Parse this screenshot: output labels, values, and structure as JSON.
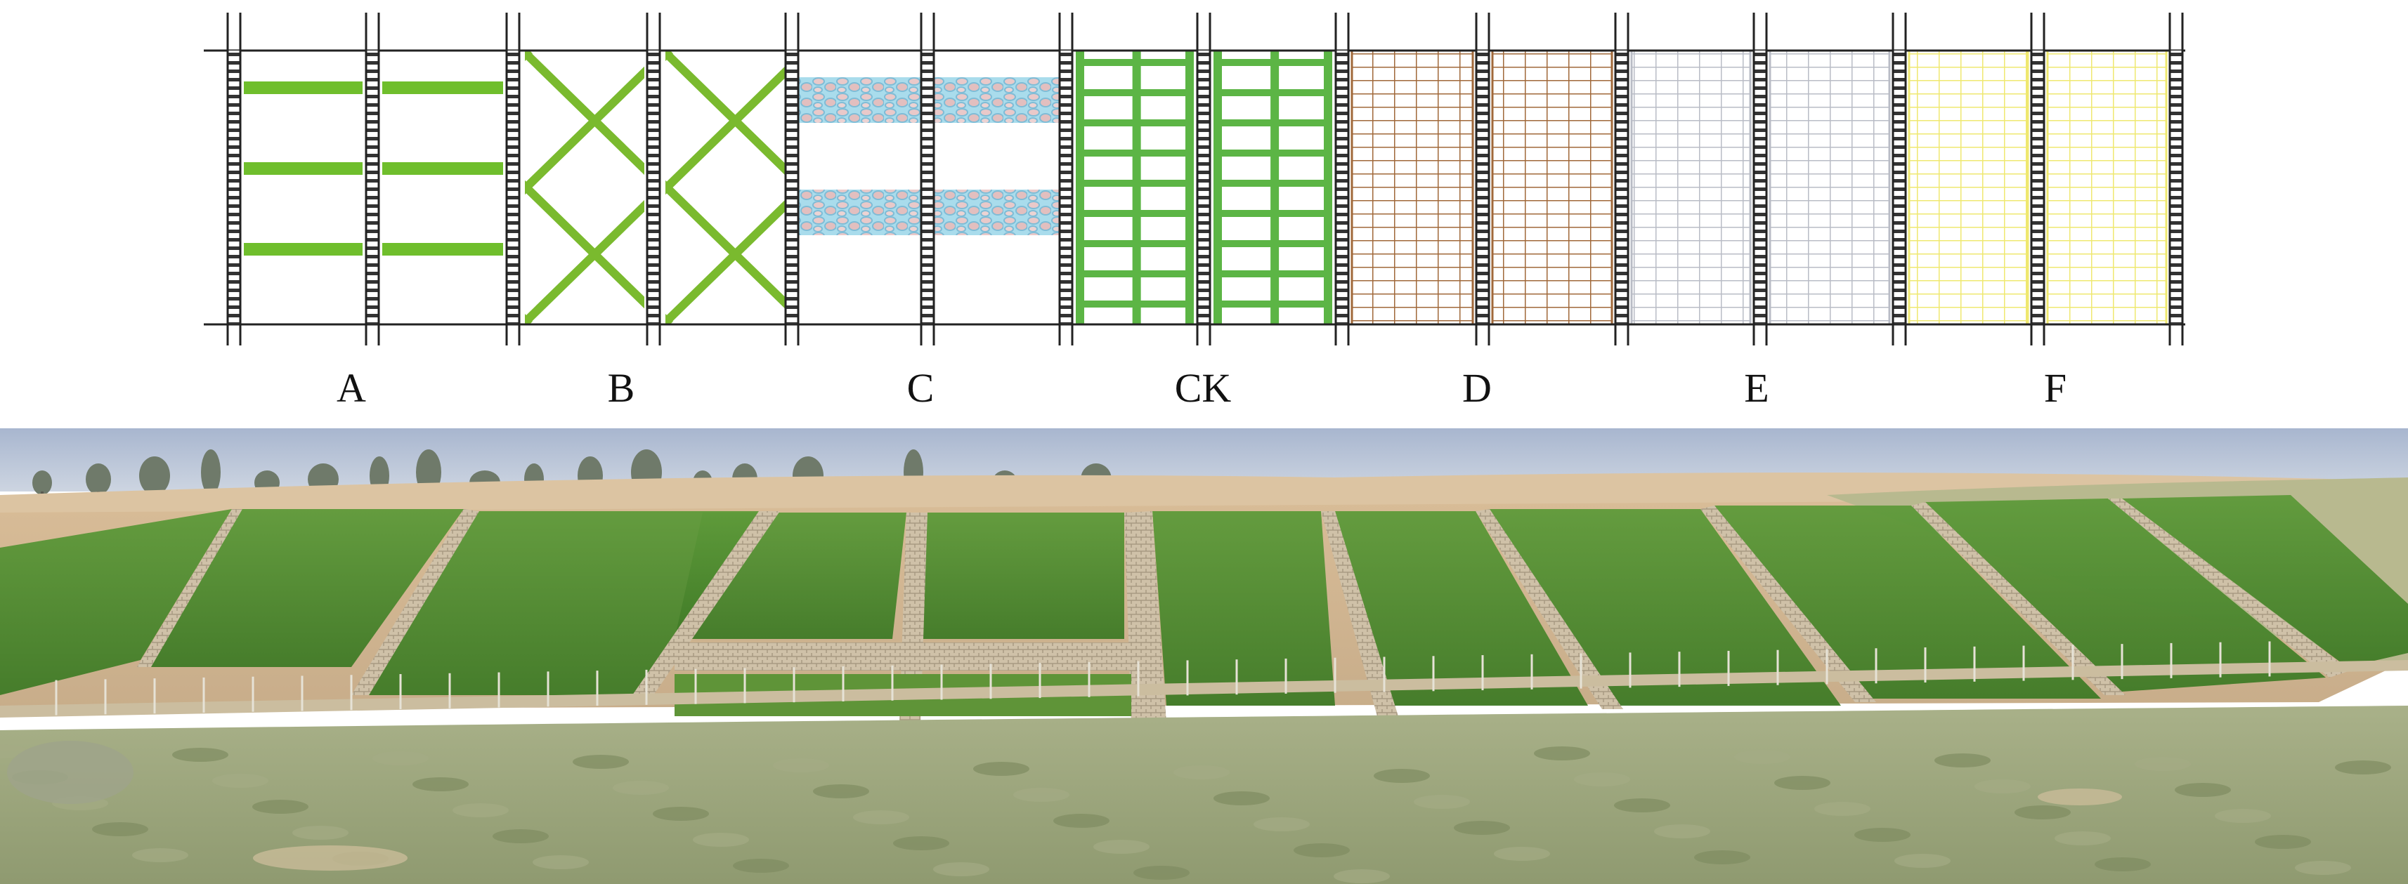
{
  "treatments": [
    {
      "label": "A",
      "pattern": "horizontal-bands",
      "color": "#6fbe2c"
    },
    {
      "label": "B",
      "pattern": "diamond-lattice",
      "color": "#7aba2e"
    },
    {
      "label": "C",
      "pattern": "gabion-bands",
      "color": "#8fd0e6"
    },
    {
      "label": "CK",
      "pattern": "wide-grid",
      "color": "#5cb545"
    },
    {
      "label": "D",
      "pattern": "fine-grid",
      "color": "#a0683a"
    },
    {
      "label": "E",
      "pattern": "fine-grid",
      "color": "#b9bcc6"
    },
    {
      "label": "F",
      "pattern": "fine-grid",
      "color": "#efe870"
    }
  ],
  "colors": {
    "frame_line": "#222222",
    "sky": "#b9c4d6",
    "grass_foreground": "#97a27a",
    "slope_sand": "#d4b896",
    "vegetation": "#4f8a2e"
  }
}
